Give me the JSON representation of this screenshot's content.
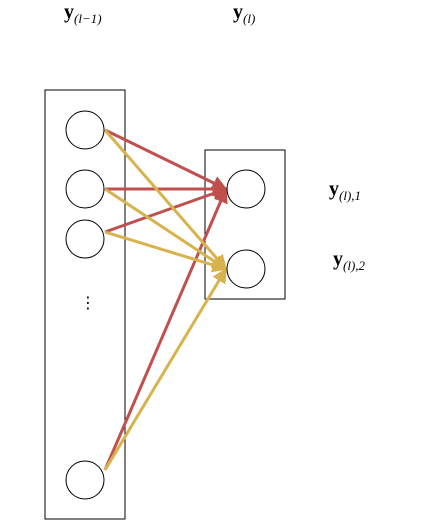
{
  "labels": {
    "prev_layer": {
      "main": "y",
      "sub": "(l−1)"
    },
    "cur_layer": {
      "main": "y",
      "sub": "(l)"
    },
    "cur_node_1": {
      "main": "y",
      "sub": "(l),1"
    },
    "cur_node_2": {
      "main": "y",
      "sub": "(l),2"
    }
  },
  "ellipsis": "⋮",
  "colors": {
    "to_node_1": "#c0504d",
    "to_node_2": "#d8b24c",
    "stroke": "#000000"
  }
}
